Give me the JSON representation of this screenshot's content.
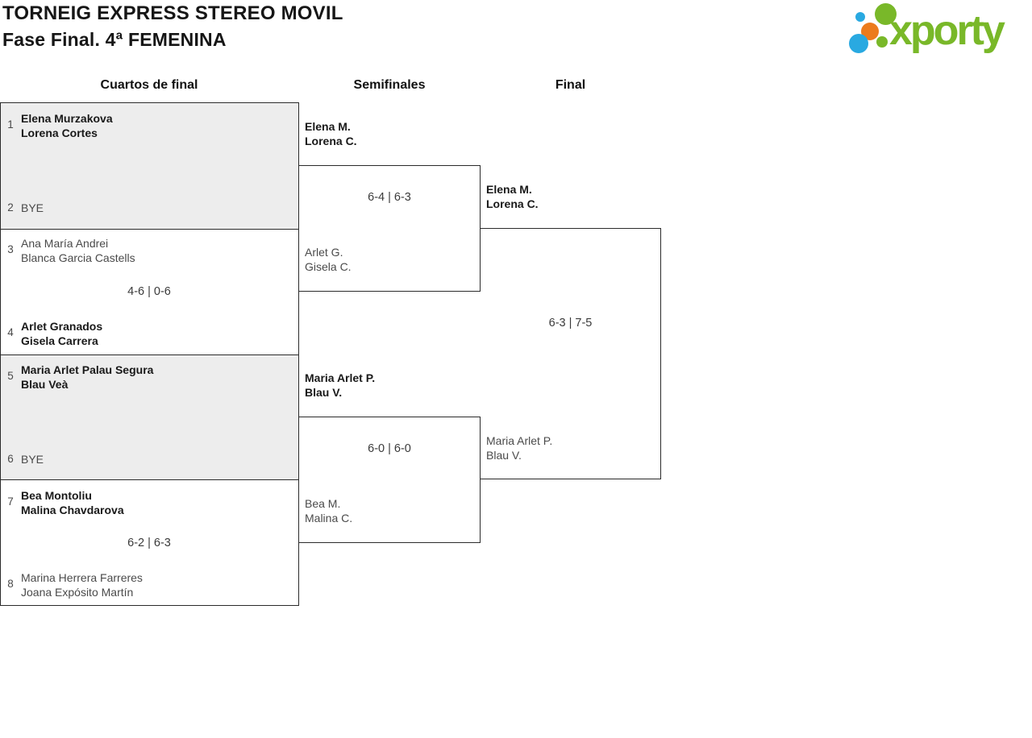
{
  "header": {
    "title_line1": "TORNEIG EXPRESS STEREO MOVIL",
    "title_line2": "Fase Final. 4ª FEMENINA"
  },
  "logo": {
    "wordmark": "xporty",
    "colors": {
      "green": "#79b829",
      "blue": "#29a9e1",
      "orange": "#ec7b1c"
    }
  },
  "round_headers": {
    "quarterfinals": "Cuartos de final",
    "semifinals": "Semifinales",
    "final": "Final"
  },
  "colors": {
    "shaded_match_bg": "#ededed",
    "border": "#2b2b2b",
    "winner_text": "#191919",
    "normal_text": "#4a4a4a"
  },
  "bracket": {
    "quarterfinals": [
      {
        "seed_top": "1",
        "team_top": [
          "Elena Murzakova",
          "Lorena Cortes"
        ],
        "seed_bottom": "2",
        "team_bottom": [
          "BYE"
        ],
        "score": "",
        "winner": "top"
      },
      {
        "seed_top": "3",
        "team_top": [
          "Ana María Andrei",
          "Blanca Garcia Castells"
        ],
        "seed_bottom": "4",
        "team_bottom": [
          "Arlet Granados",
          "Gisela Carrera"
        ],
        "score": "4-6 | 0-6",
        "winner": "bottom"
      },
      {
        "seed_top": "5",
        "team_top": [
          "Maria Arlet Palau Segura",
          "Blau Veà"
        ],
        "seed_bottom": "6",
        "team_bottom": [
          "BYE"
        ],
        "score": "",
        "winner": "top"
      },
      {
        "seed_top": "7",
        "team_top": [
          "Bea Montoliu",
          "Malina Chavdarova"
        ],
        "seed_bottom": "8",
        "team_bottom": [
          "Marina Herrera Farreres",
          "Joana Expósito Martín"
        ],
        "score": "6-2 | 6-3",
        "winner": "top"
      }
    ],
    "semifinals": [
      {
        "team_top": [
          "Elena M.",
          "Lorena C."
        ],
        "team_bottom": [
          "Arlet G.",
          "Gisela C."
        ],
        "score": "6-4 | 6-3",
        "winner": "top"
      },
      {
        "team_top": [
          "Maria Arlet P.",
          "Blau V."
        ],
        "team_bottom": [
          "Bea M.",
          "Malina C."
        ],
        "score": "6-0 | 6-0",
        "winner": "top"
      }
    ],
    "final": {
      "team_top": [
        "Elena M.",
        "Lorena C."
      ],
      "team_bottom": [
        "Maria Arlet P.",
        "Blau V."
      ],
      "score": "6-3 | 7-5",
      "winner": "top"
    }
  }
}
